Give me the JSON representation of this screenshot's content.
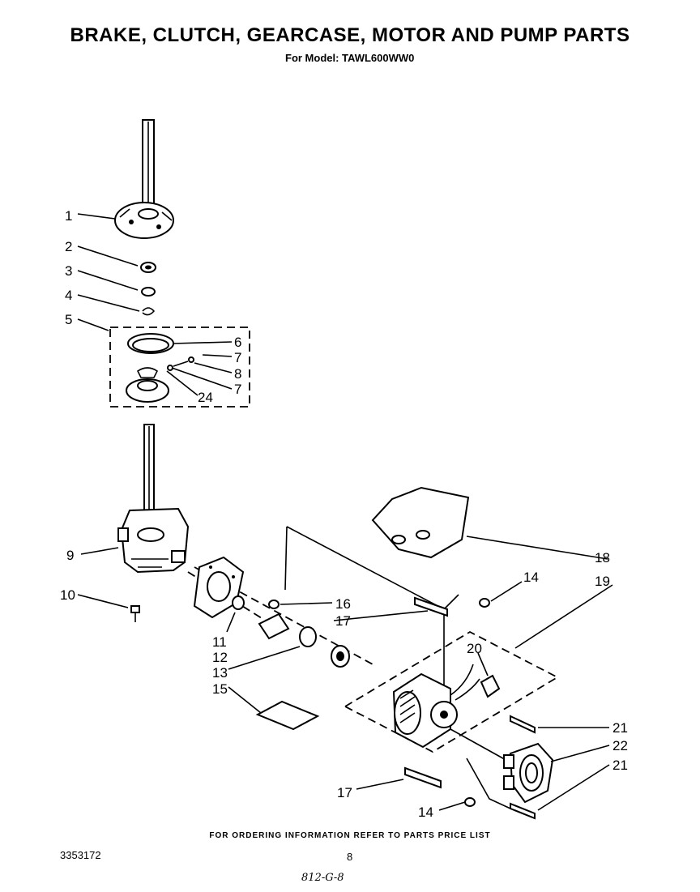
{
  "header": {
    "title": "BRAKE, CLUTCH, GEARCASE, MOTOR AND PUMP PARTS",
    "subtitle": "For Model: TAWL600WW0"
  },
  "callouts": [
    "1",
    "2",
    "3",
    "4",
    "5",
    "6",
    "7",
    "8",
    "7",
    "24",
    "9",
    "10",
    "11",
    "12",
    "13",
    "15",
    "16",
    "17",
    "14",
    "18",
    "19",
    "20",
    "21",
    "22",
    "21",
    "17",
    "14"
  ],
  "footer": {
    "ordering_note": "FOR ORDERING INFORMATION REFER TO PARTS PRICE LIST",
    "document_number": "3353172",
    "page_number": "8",
    "handwritten_note": "812-G-8"
  }
}
